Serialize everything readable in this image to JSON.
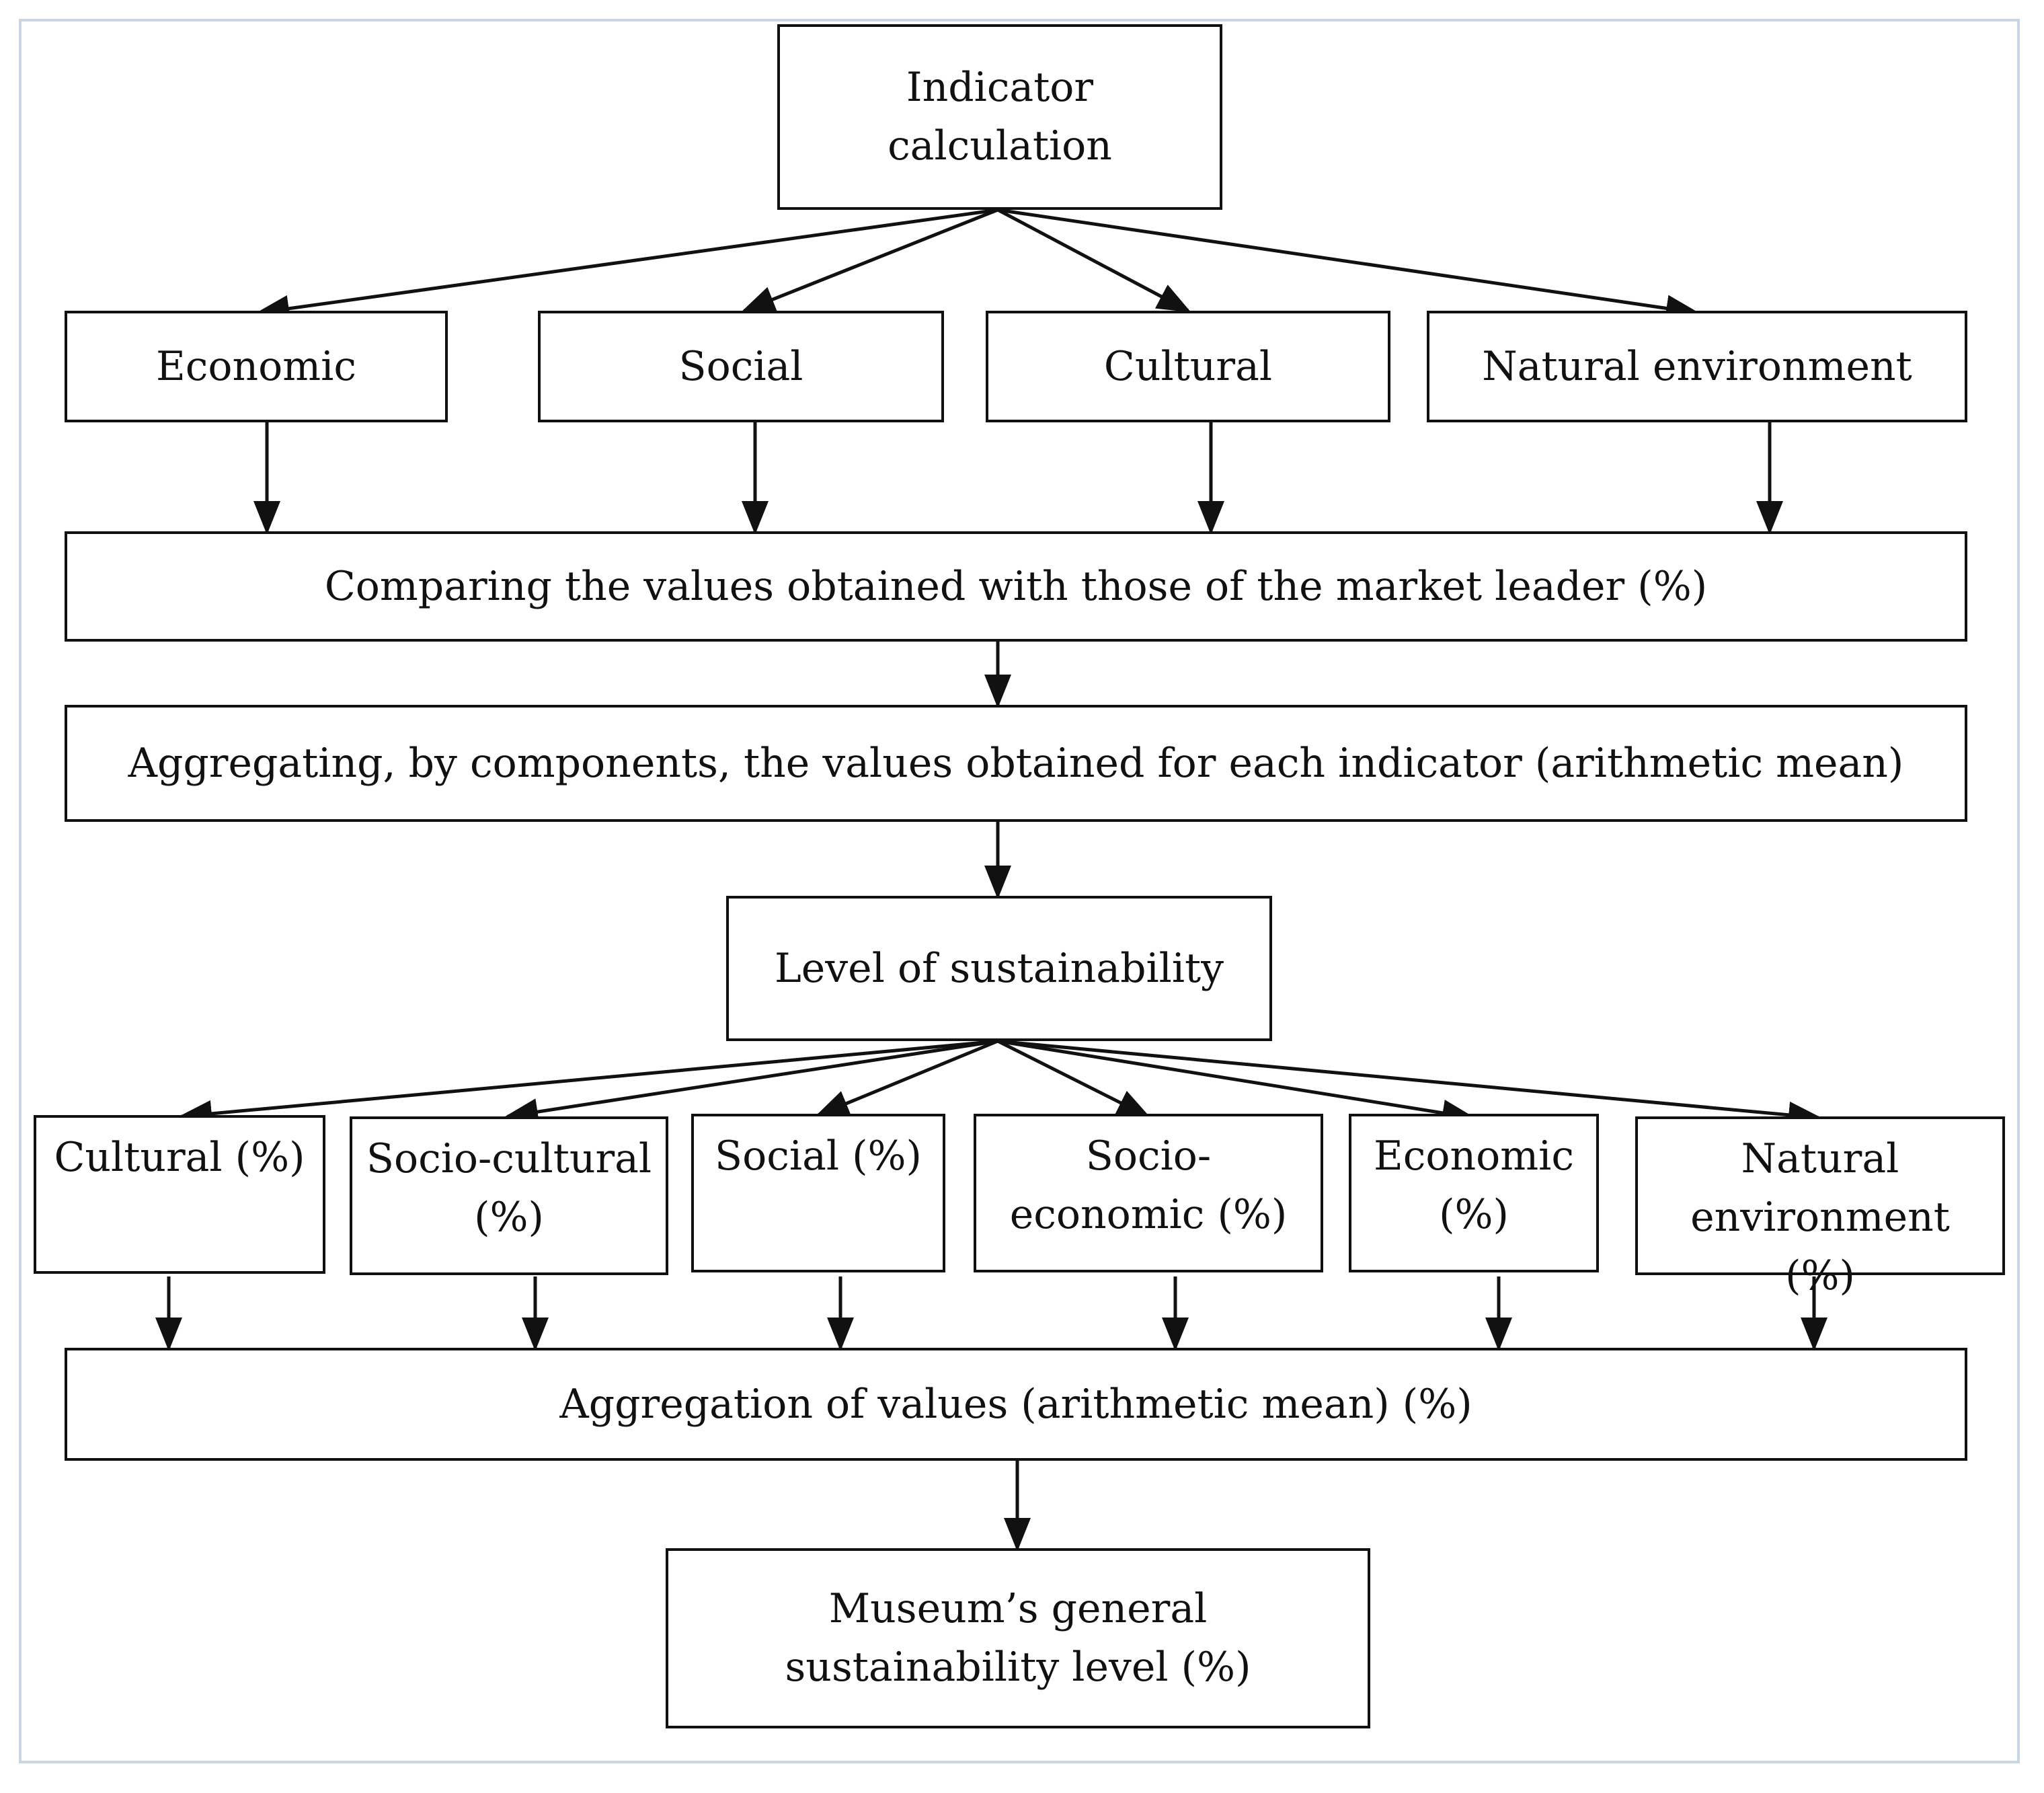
{
  "nodes": {
    "indicator_calculation": "Indicator calculation",
    "economic": "Economic",
    "social": "Social",
    "cultural": "Cultural",
    "natural_environment": "Natural environment",
    "comparing": "Comparing the values obtained with those of the market leader (%)",
    "aggregating": "Aggregating, by components, the values obtained for each indicator (arithmetic mean)",
    "level_of_sustainability": "Level of sustainability",
    "cultural_pct": "Cultural (%)",
    "socio_cultural_pct": "Socio-cultural (%)",
    "social_pct": "Social (%)",
    "socio_economic_pct": "Socio-economic (%)",
    "economic_pct": "Economic (%)",
    "natural_environment_pct": "Natural environment (%)",
    "aggregation_of_values": "Aggregation of values (arithmetic mean) (%)",
    "general_level": "Museum’s general sustainability level (%)"
  },
  "colors": {
    "stroke": "#111111",
    "frame": "#c9d6e3",
    "background": "#ffffff"
  }
}
